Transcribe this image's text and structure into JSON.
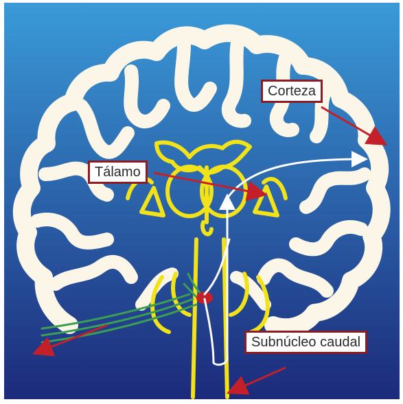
{
  "labels": {
    "corteza": "Corteza",
    "talamo": "Tálamo",
    "subnucleo": "Subnúcleo caudal"
  },
  "colors": {
    "background_top": "#3a9ad8",
    "background_bottom": "#1c2a7a",
    "cortex": "#fbf6e8",
    "thalamus_outline": "#f2e21a",
    "arrow": "#c4202a",
    "pathway": "#ffffff",
    "nerve_fibers": "#3c9e54",
    "label_border": "#8e1b22"
  }
}
